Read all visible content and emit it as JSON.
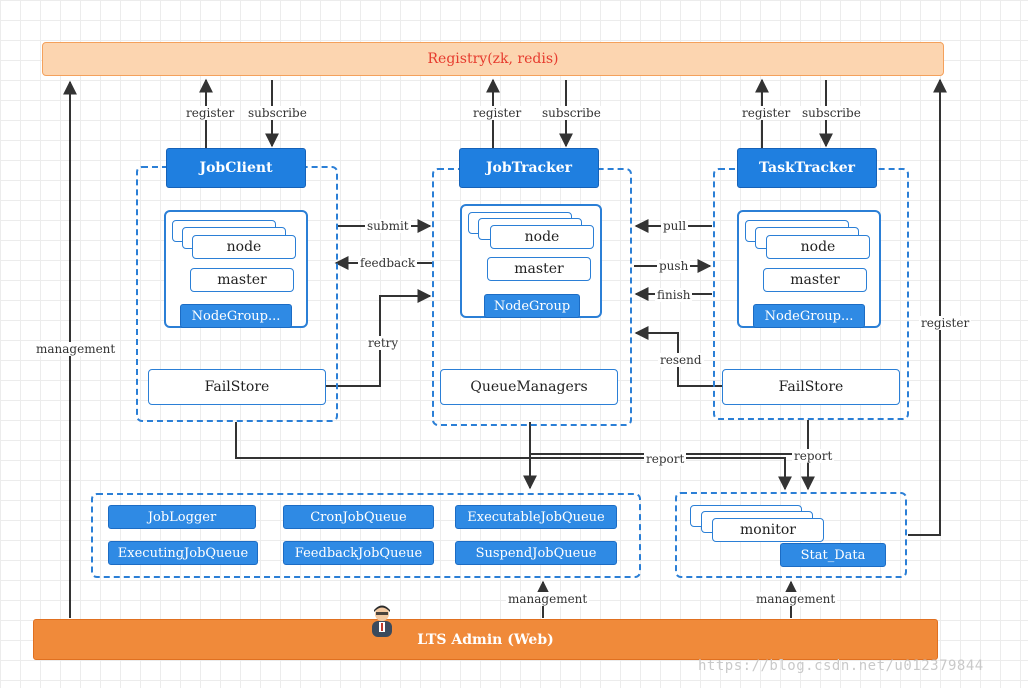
{
  "registry": {
    "label": "Registry(zk, redis)"
  },
  "job_client": {
    "title": "JobClient",
    "node": "node",
    "master": "master",
    "node_group": "NodeGroup...",
    "failstore": "FailStore"
  },
  "job_tracker": {
    "title": "JobTracker",
    "node": "node",
    "master": "master",
    "node_group": "NodeGroup",
    "queue_managers": "QueueManagers"
  },
  "task_tracker": {
    "title": "TaskTracker",
    "node": "node",
    "master": "master",
    "node_group": "NodeGroup...",
    "failstore": "FailStore"
  },
  "queues": {
    "job_logger": "JobLogger",
    "cron_job_queue": "CronJobQueue",
    "executable_job_queue": "ExecutableJobQueue",
    "executing_job_queue": "ExecutingJobQueue",
    "feedback_job_queue": "FeedbackJobQueue",
    "suspend_job_queue": "SuspendJobQueue"
  },
  "monitor": {
    "monitor": "monitor",
    "stat_data": "Stat_Data"
  },
  "labels": {
    "register": "register",
    "subscribe": "subscribe",
    "submit": "submit",
    "feedback": "feedback",
    "retry": "retry",
    "pull": "pull",
    "push": "push",
    "finish": "finish",
    "resend": "resend",
    "report": "report",
    "management": "management"
  },
  "admin": {
    "label": "LTS Admin (Web)"
  },
  "watermark": "https://blog.csdn.net/u012379844",
  "colors": {
    "accent_blue": "#1f7fe0",
    "registry_fill": "#fcd5b0",
    "registry_text": "#e63b2e",
    "admin_fill": "#f08a3a",
    "line": "#333333"
  }
}
